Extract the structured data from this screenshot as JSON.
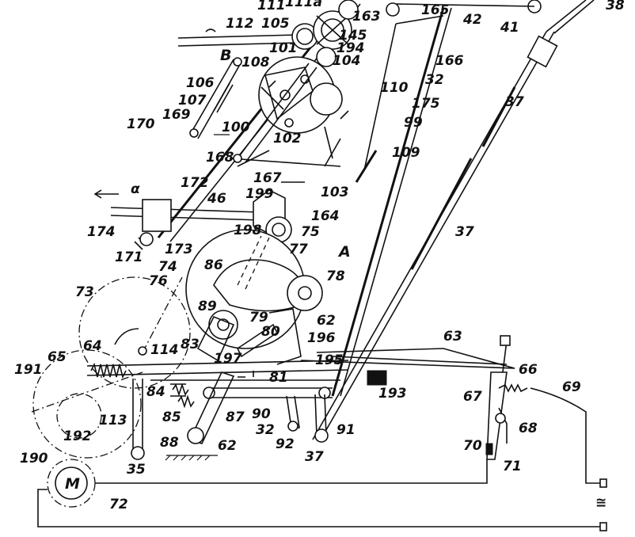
{
  "labels": {
    "l111": "111",
    "l111a": "111a",
    "l163": "163",
    "l165": "165",
    "l42": "42",
    "l41": "41",
    "l38": "38",
    "l112": "112",
    "l105": "105",
    "l145": "145",
    "l194": "194",
    "l101": "101",
    "l104": "104",
    "lB": "B",
    "l108": "108",
    "l166": "166",
    "l32a": "32",
    "l106": "106",
    "l110": "110",
    "l107": "107",
    "l175": "175",
    "l37a": "37",
    "l169": "169",
    "l99": "99",
    "l170": "170",
    "l100": "100",
    "l102": "102",
    "l109": "109",
    "l168": "168",
    "l167": "167",
    "lalpha": "α",
    "l172": "172",
    "l199": "199",
    "l103": "103",
    "l46": "46",
    "l164": "164",
    "l174": "174",
    "l198": "198",
    "l75": "75",
    "l37b": "37",
    "l171": "171",
    "l173": "173",
    "l77": "77",
    "lA": "A",
    "l74": "74",
    "l86": "86",
    "l78": "78",
    "l76": "76",
    "l73": "73",
    "l89": "89",
    "l62a": "62",
    "l79": "79",
    "l80": "80",
    "l63": "63",
    "l196": "196",
    "l65": "65",
    "l64": "64",
    "l114": "114",
    "l83": "83",
    "l197": "197",
    "l195": "195",
    "l66": "66",
    "l191": "191",
    "l81": "81",
    "l193": "193",
    "l67": "67",
    "l69": "69",
    "l84": "84",
    "l90": "90",
    "l68": "68",
    "l113": "113",
    "l85": "85",
    "l87": "87",
    "l192": "192",
    "l32b": "32",
    "l92": "92",
    "l91": "91",
    "l88": "88",
    "l62b": "62",
    "l37c": "37",
    "l70": "70",
    "l71": "71",
    "l190": "190",
    "l35": "35",
    "l72": "72",
    "lM": "M",
    "lac": "≅"
  }
}
